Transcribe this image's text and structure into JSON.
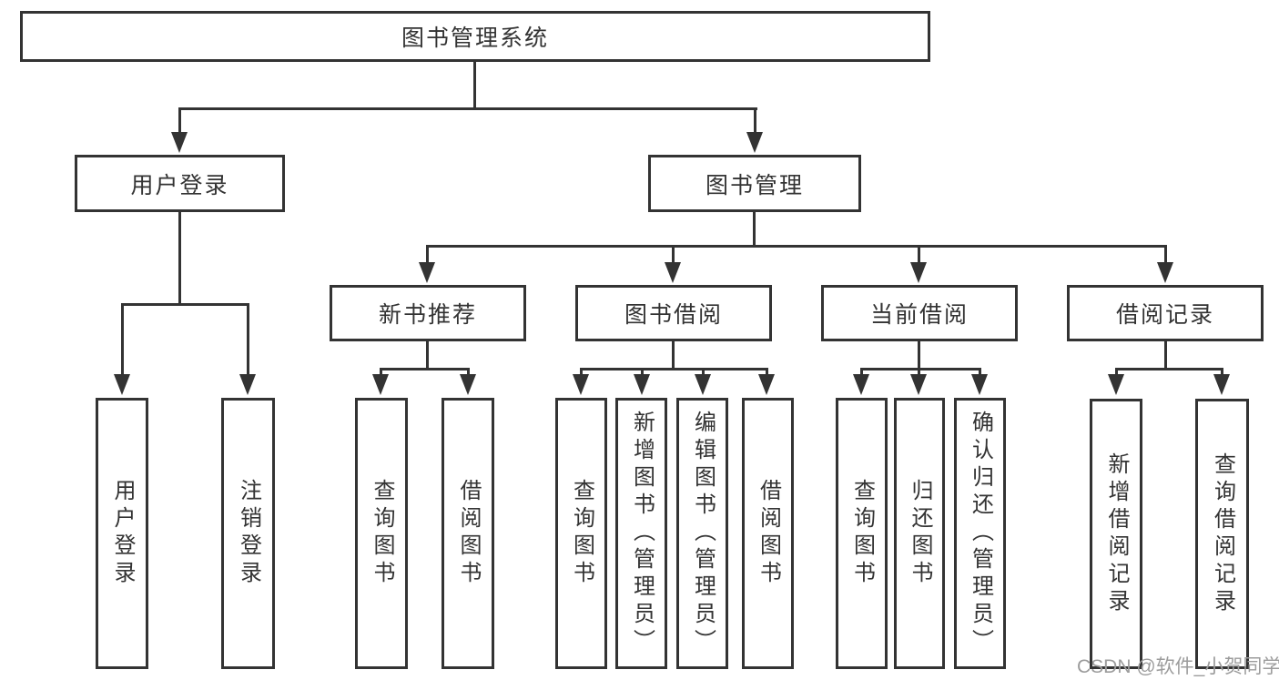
{
  "diagram": {
    "title": "图书管理系统",
    "branches": [
      {
        "label": "用户登录",
        "children": [
          {
            "label": "用户登录"
          },
          {
            "label": "注销登录"
          }
        ]
      },
      {
        "label": "图书管理",
        "children": [
          {
            "label": "新书推荐",
            "children": [
              {
                "label": "查询图书"
              },
              {
                "label": "借阅图书"
              }
            ]
          },
          {
            "label": "图书借阅",
            "children": [
              {
                "label": "查询图书"
              },
              {
                "label": "新增图书（管理员）"
              },
              {
                "label": "编辑图书（管理员）"
              },
              {
                "label": "借阅图书"
              }
            ]
          },
          {
            "label": "当前借阅",
            "children": [
              {
                "label": "查询图书"
              },
              {
                "label": "归还图书"
              },
              {
                "label": "确认归还（管理员）"
              }
            ]
          },
          {
            "label": "借阅记录",
            "children": [
              {
                "label": "新增借阅记录"
              },
              {
                "label": "查询借阅记录"
              }
            ]
          }
        ]
      }
    ]
  },
  "watermark": {
    "text": "CSDN @软件_小贺同学"
  },
  "colors": {
    "line": "#333333",
    "background": "#ffffff",
    "watermark_text": "#9c9c9c"
  }
}
